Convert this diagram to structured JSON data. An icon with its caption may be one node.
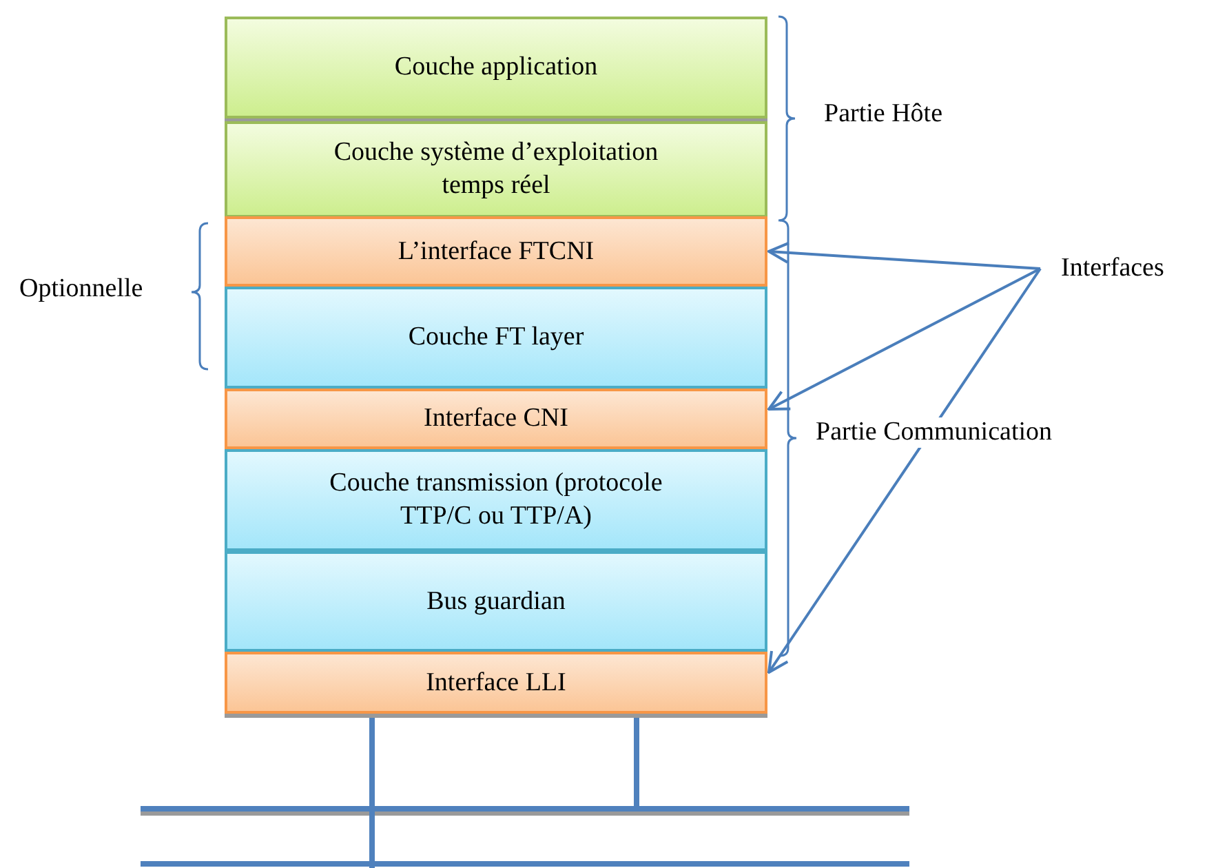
{
  "diagram": {
    "nodes": [
      {
        "text": [
          "Couche application"
        ]
      },
      {
        "text": [
          "Couche système d’exploitation temps réel"
        ]
      },
      {
        "text": [
          "L’interface FTCNI"
        ]
      },
      {
        "text": [
          "Couche FT layer"
        ]
      },
      {
        "text": [
          "Interface CNI"
        ]
      },
      {
        "text": [
          "Couche transmission (protocole TTP/C ou TTP/A)"
        ]
      },
      {
        "text": [
          "Bus guardian"
        ]
      },
      {
        "text": [
          "Interface LLI"
        ]
      },
      {
        "text": [
          "Interfaces"
        ]
      }
    ],
    "edges": [
      {
        "from": 8,
        "to": 2,
        "arrow": "to"
      },
      {
        "from": 8,
        "to": 4,
        "arrow": "to"
      },
      {
        "from": 8,
        "to": 7,
        "arrow": "to"
      }
    ],
    "labels": [
      "Partie Hôte",
      "Optionnelle",
      "Partie Communication"
    ]
  }
}
